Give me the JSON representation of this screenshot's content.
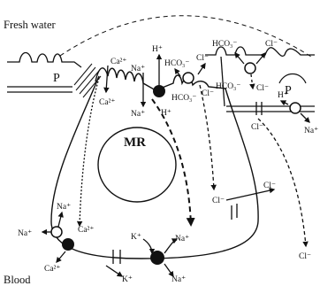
{
  "diagram": {
    "regions": {
      "top": "Fresh water",
      "bottom": "Blood",
      "center_cell": "MR",
      "left_cell": "P",
      "right_cell": "P"
    },
    "ion_labels": {
      "apical_ca_out": "Ca²⁺",
      "apical_ca_in": "Ca²⁺",
      "apical_na_left": "Na⁺",
      "apical_h_top": "H⁺",
      "apical_na_in": "Na⁺",
      "apical_h_in": "H⁺",
      "apical_hco3_left": "HCO₃⁻",
      "apical_hco3_in": "HCO₃⁻",
      "apical_cl_mid": "Cl⁻",
      "apical_cl_in": "Cl⁻",
      "right_hco3_top": "HCO₃⁻",
      "right_hco3_mid": "HCO₃⁻",
      "right_cl_top": "Cl⁻",
      "right_cl_mid": "Cl⁻",
      "right_h": "H⁺",
      "right_na": "Na⁺",
      "right_cl_low": "Cl⁻",
      "para_cl_a": "Cl⁻",
      "para_cl_b": "Cl⁻",
      "para_cl_out": "Cl⁻",
      "baso_na_top": "Na⁺",
      "baso_na_left": "Na⁺",
      "baso_ca_right": "Ca²⁺",
      "baso_ca_low": "Ca²⁺",
      "baso_k_in": "K⁺",
      "baso_na_pump": "Na⁺",
      "baso_k_out": "K⁺",
      "baso_na_out": "Na⁺"
    }
  }
}
